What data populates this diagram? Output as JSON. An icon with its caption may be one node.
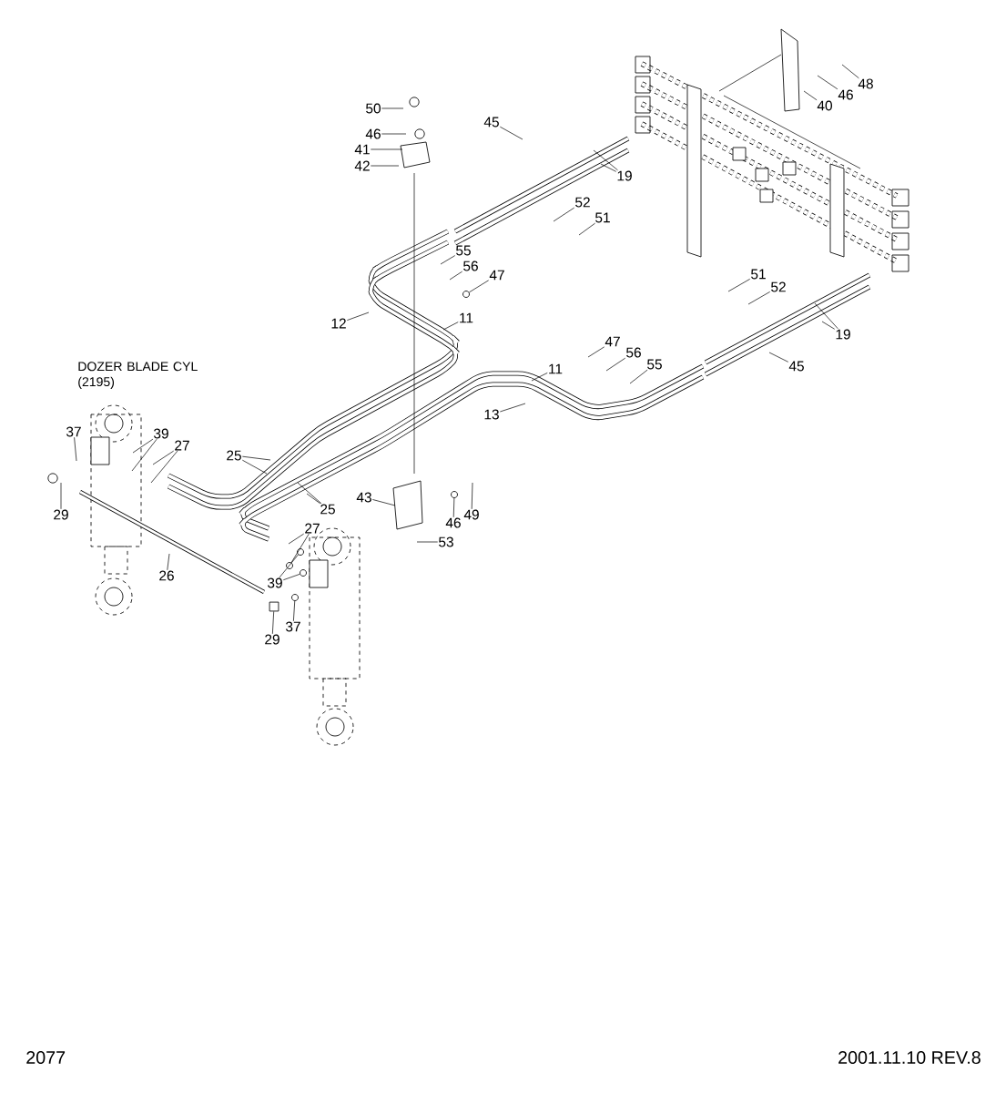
{
  "diagram": {
    "nodes": [
      {
        "text": [
          "50"
        ]
      },
      {
        "text": [
          "46"
        ]
      },
      {
        "text": [
          "41"
        ]
      },
      {
        "text": [
          "42"
        ]
      },
      {
        "text": [
          "45"
        ]
      },
      {
        "text": [
          "19"
        ]
      },
      {
        "text": [
          "52"
        ]
      },
      {
        "text": [
          "51"
        ]
      },
      {
        "text": [
          "55"
        ]
      },
      {
        "text": [
          "56"
        ]
      },
      {
        "text": [
          "47"
        ]
      },
      {
        "text": [
          "12"
        ]
      },
      {
        "text": [
          "11"
        ]
      },
      {
        "text": [
          "11"
        ]
      },
      {
        "text": [
          "13"
        ]
      },
      {
        "text": [
          "47"
        ]
      },
      {
        "text": [
          "56"
        ]
      },
      {
        "text": [
          "55"
        ]
      },
      {
        "text": [
          "51"
        ]
      },
      {
        "text": [
          "52"
        ]
      },
      {
        "text": [
          "19"
        ]
      },
      {
        "text": [
          "45"
        ]
      },
      {
        "text": [
          "48"
        ]
      },
      {
        "text": [
          "46"
        ]
      },
      {
        "text": [
          "40"
        ]
      },
      {
        "text": [
          "37"
        ]
      },
      {
        "text": [
          "39"
        ]
      },
      {
        "text": [
          "27"
        ]
      },
      {
        "text": [
          "29"
        ]
      },
      {
        "text": [
          "25"
        ]
      },
      {
        "text": [
          "26"
        ]
      },
      {
        "text": [
          "25"
        ]
      },
      {
        "text": [
          "27"
        ]
      },
      {
        "text": [
          "39"
        ]
      },
      {
        "text": [
          "37"
        ]
      },
      {
        "text": [
          "29"
        ]
      },
      {
        "text": [
          "43"
        ]
      },
      {
        "text": [
          "46"
        ]
      },
      {
        "text": [
          "49"
        ]
      },
      {
        "text": [
          "53"
        ]
      },
      {
        "text": [],
        "shape": "circle"
      },
      {
        "text": [],
        "shape": "circle"
      },
      {
        "text": [],
        "shape": "circle"
      },
      {
        "text": [],
        "shape": "circle"
      },
      {
        "text": [],
        "shape": "box"
      },
      {
        "text": [],
        "shape": "circle"
      },
      {
        "text": [],
        "shape": "circle"
      }
    ],
    "edges": [
      {
        "from": 0,
        "to": null,
        "arrow": "none"
      },
      {
        "from": 1,
        "to": null,
        "arrow": "none"
      },
      {
        "from": 2,
        "to": null,
        "arrow": "none"
      },
      {
        "from": 3,
        "to": null,
        "arrow": "none"
      },
      {
        "from": 4,
        "to": null,
        "arrow": "none"
      },
      {
        "from": 5,
        "to": null,
        "arrow": "none"
      },
      {
        "from": 5,
        "to": null,
        "arrow": "none"
      },
      {
        "from": 6,
        "to": null,
        "arrow": "none"
      },
      {
        "from": 7,
        "to": null,
        "arrow": "none"
      },
      {
        "from": 8,
        "to": null,
        "arrow": "none"
      },
      {
        "from": 9,
        "to": null,
        "arrow": "none"
      },
      {
        "from": 10,
        "to": 40,
        "arrow": "none"
      },
      {
        "from": 11,
        "to": null,
        "arrow": "none"
      },
      {
        "from": 12,
        "to": null,
        "arrow": "none"
      },
      {
        "from": 13,
        "to": null,
        "arrow": "none"
      },
      {
        "from": 14,
        "to": null,
        "arrow": "none"
      },
      {
        "from": 15,
        "to": null,
        "arrow": "none"
      },
      {
        "from": 16,
        "to": null,
        "arrow": "none"
      },
      {
        "from": 17,
        "to": null,
        "arrow": "none"
      },
      {
        "from": 18,
        "to": null,
        "arrow": "none"
      },
      {
        "from": 19,
        "to": null,
        "arrow": "none"
      },
      {
        "from": 20,
        "to": null,
        "arrow": "none"
      },
      {
        "from": 20,
        "to": null,
        "arrow": "none"
      },
      {
        "from": 21,
        "to": null,
        "arrow": "none"
      },
      {
        "from": 22,
        "to": null,
        "arrow": "none"
      },
      {
        "from": 23,
        "to": null,
        "arrow": "none"
      },
      {
        "from": 24,
        "to": null,
        "arrow": "none"
      },
      {
        "from": 25,
        "to": null,
        "arrow": "none"
      },
      {
        "from": 26,
        "to": null,
        "arrow": "none"
      },
      {
        "from": 26,
        "to": null,
        "arrow": "none"
      },
      {
        "from": 27,
        "to": null,
        "arrow": "none"
      },
      {
        "from": 27,
        "to": null,
        "arrow": "none"
      },
      {
        "from": 28,
        "to": null,
        "arrow": "none"
      },
      {
        "from": 29,
        "to": null,
        "arrow": "none"
      },
      {
        "from": 29,
        "to": null,
        "arrow": "none"
      },
      {
        "from": 30,
        "to": null,
        "arrow": "none"
      },
      {
        "from": 31,
        "to": null,
        "arrow": "none"
      },
      {
        "from": 31,
        "to": null,
        "arrow": "none"
      },
      {
        "from": 32,
        "to": null,
        "arrow": "none"
      },
      {
        "from": 32,
        "to": 41,
        "arrow": "none"
      },
      {
        "from": 33,
        "to": 42,
        "arrow": "none"
      },
      {
        "from": 33,
        "to": 46,
        "arrow": "none"
      },
      {
        "from": 34,
        "to": 43,
        "arrow": "none"
      },
      {
        "from": 35,
        "to": 44,
        "arrow": "none"
      },
      {
        "from": 36,
        "to": null,
        "arrow": "none"
      },
      {
        "from": 37,
        "to": 45,
        "arrow": "none"
      },
      {
        "from": 38,
        "to": null,
        "arrow": "none"
      },
      {
        "from": 39,
        "to": null,
        "arrow": "none"
      }
    ],
    "labels": [
      "DOZER BLADE CYL (2195)",
      "2077",
      "2001.11.10 REV.8"
    ]
  }
}
